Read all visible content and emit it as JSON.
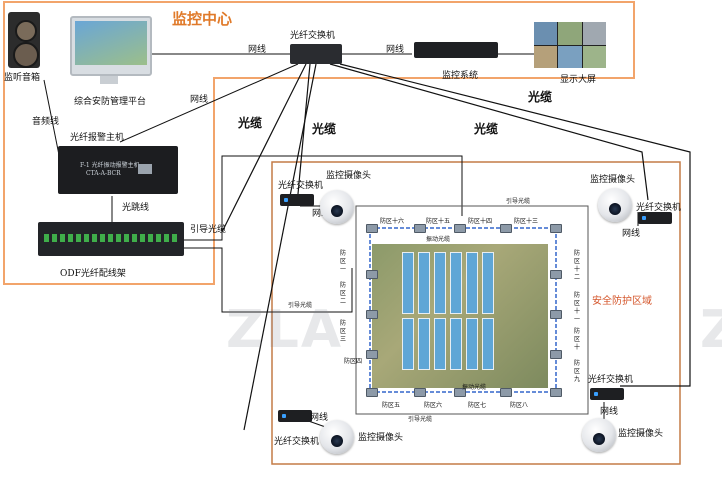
{
  "monitor_center": {
    "title": "监控中心"
  },
  "devices": {
    "speaker": "监听音箱",
    "platform": "综合安防管理平台",
    "core_switch": "光纤交换机",
    "monitor_system": "监控系统",
    "big_screen": "显示大屏",
    "alarm_host": "光纤报警主机",
    "odf": "ODF光纤配线架",
    "fiber_switch_label": "光纤交换机",
    "camera_label": "监控摄像头"
  },
  "links": {
    "network": "网线",
    "audio": "音频线",
    "fiber": "光缆",
    "jumper": "光跳线",
    "lead_fiber": "引导光缆",
    "vibration_fiber": "振动光缆"
  },
  "zones": {
    "top": [
      "防区十六",
      "防区十五",
      "防区十四",
      "防区十三"
    ],
    "left": [
      "防区一",
      "防区二",
      "防区三",
      "防区四"
    ],
    "right": [
      "防区十二",
      "防区十一",
      "防区十",
      "防区九"
    ],
    "bottom": [
      "防区五",
      "防区六",
      "防区七",
      "防区八"
    ]
  },
  "security_area": "安全防护区域",
  "alarm_host_panel": {
    "line1": "F-1 光纤振动报警主机",
    "line2": "CTA-A-BCR"
  },
  "watermark": {
    "left": "ZLA",
    "right": "Z"
  }
}
